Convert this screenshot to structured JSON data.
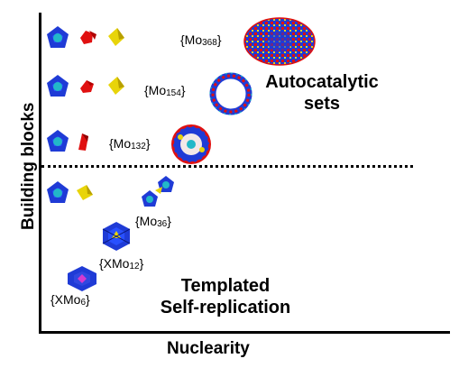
{
  "axes": {
    "x_label": "Nuclearity",
    "y_label": "Building blocks"
  },
  "clusters": [
    {
      "prefix": "{Mo",
      "sub": "368",
      "suffix": "}"
    },
    {
      "prefix": "{Mo",
      "sub": "154",
      "suffix": "}"
    },
    {
      "prefix": "{Mo",
      "sub": "132",
      "suffix": "}"
    },
    {
      "prefix": "{Mo",
      "sub": "36",
      "suffix": "}"
    },
    {
      "prefix": "{XMo",
      "sub": "12",
      "suffix": "}"
    },
    {
      "prefix": "{XMo",
      "sub": "6",
      "suffix": "}"
    }
  ],
  "regions": {
    "upper": {
      "line1": "Autocatalytic",
      "line2": "sets"
    },
    "lower": {
      "line1": "Templated",
      "line2": "Self-replication"
    }
  },
  "colors": {
    "blue": "#1f3bd6",
    "cyan": "#22b8c8",
    "red": "#e01010",
    "yellow": "#e8d40a",
    "magenta": "#d43ad0"
  }
}
